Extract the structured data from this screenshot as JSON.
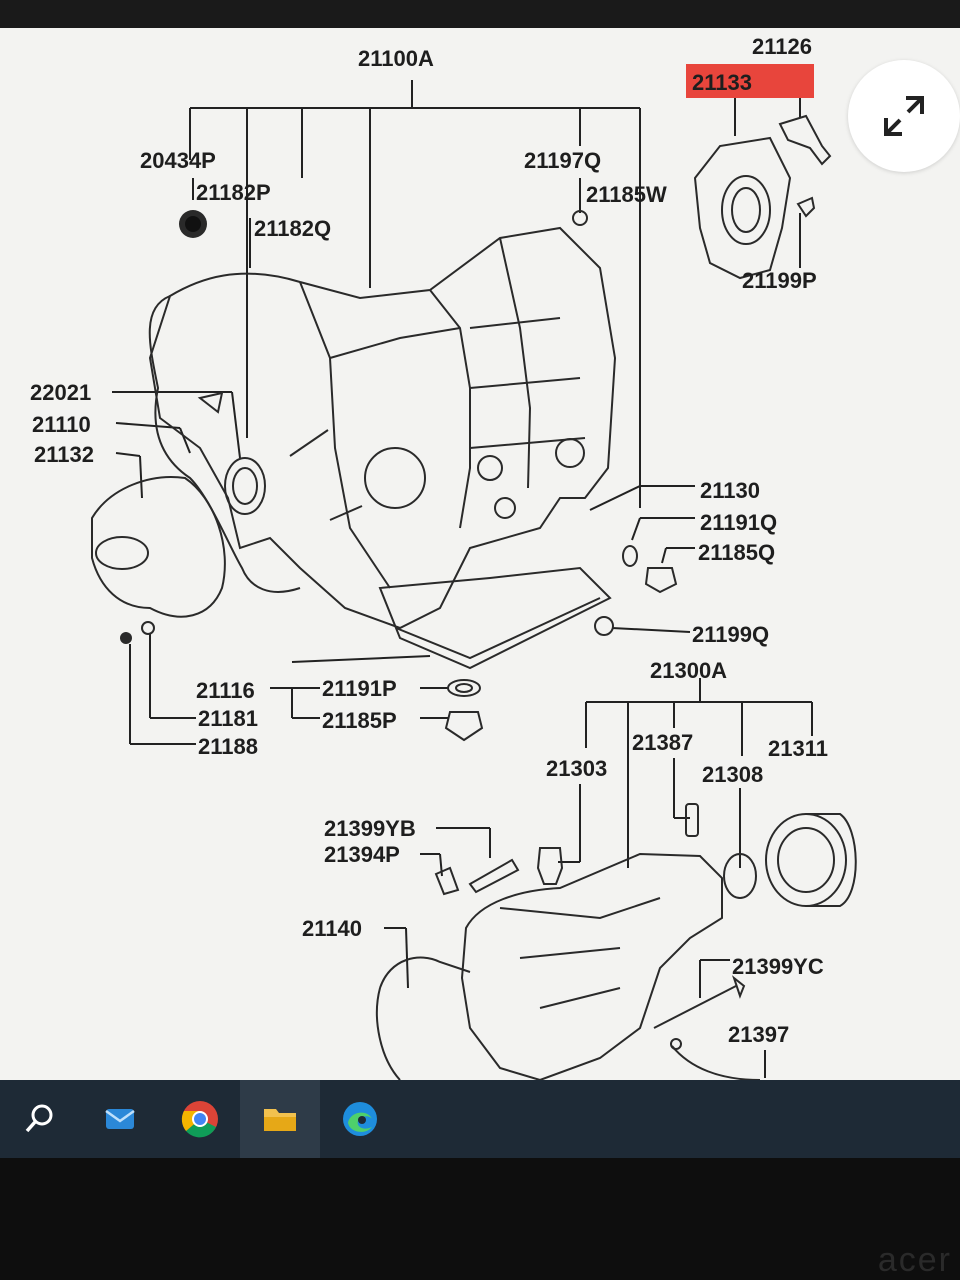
{
  "diagram": {
    "labels": {
      "l21100A": "21100A",
      "l21126": "21126",
      "l21133": "21133",
      "l20434P": "20434P",
      "l21182P": "21182P",
      "l21182Q": "21182Q",
      "l21197Q": "21197Q",
      "l21185W": "21185W",
      "l21199P": "21199P",
      "l22021": "22021",
      "l21110": "21110",
      "l21132": "21132",
      "l21130": "21130",
      "l21191Q": "21191Q",
      "l21185Q": "21185Q",
      "l21199Q": "21199Q",
      "l21300A": "21300A",
      "l21116": "21116",
      "l21191P": "21191P",
      "l21185P": "21185P",
      "l21181": "21181",
      "l21188": "21188",
      "l21387": "21387",
      "l21311": "21311",
      "l21303": "21303",
      "l21308": "21308",
      "l21399YB": "21399YB",
      "l21394P": "21394P",
      "l21140": "21140",
      "l21399YC": "21399YC",
      "l21397": "21397"
    },
    "highlight_color": "#e8453c"
  },
  "viewer": {
    "expand_icon": "expand-arrows-icon"
  },
  "taskbar": {
    "items": [
      "search-icon",
      "mail-icon",
      "chrome-icon",
      "file-explorer-icon",
      "edge-icon"
    ]
  },
  "monitor": {
    "brand": "acer"
  }
}
